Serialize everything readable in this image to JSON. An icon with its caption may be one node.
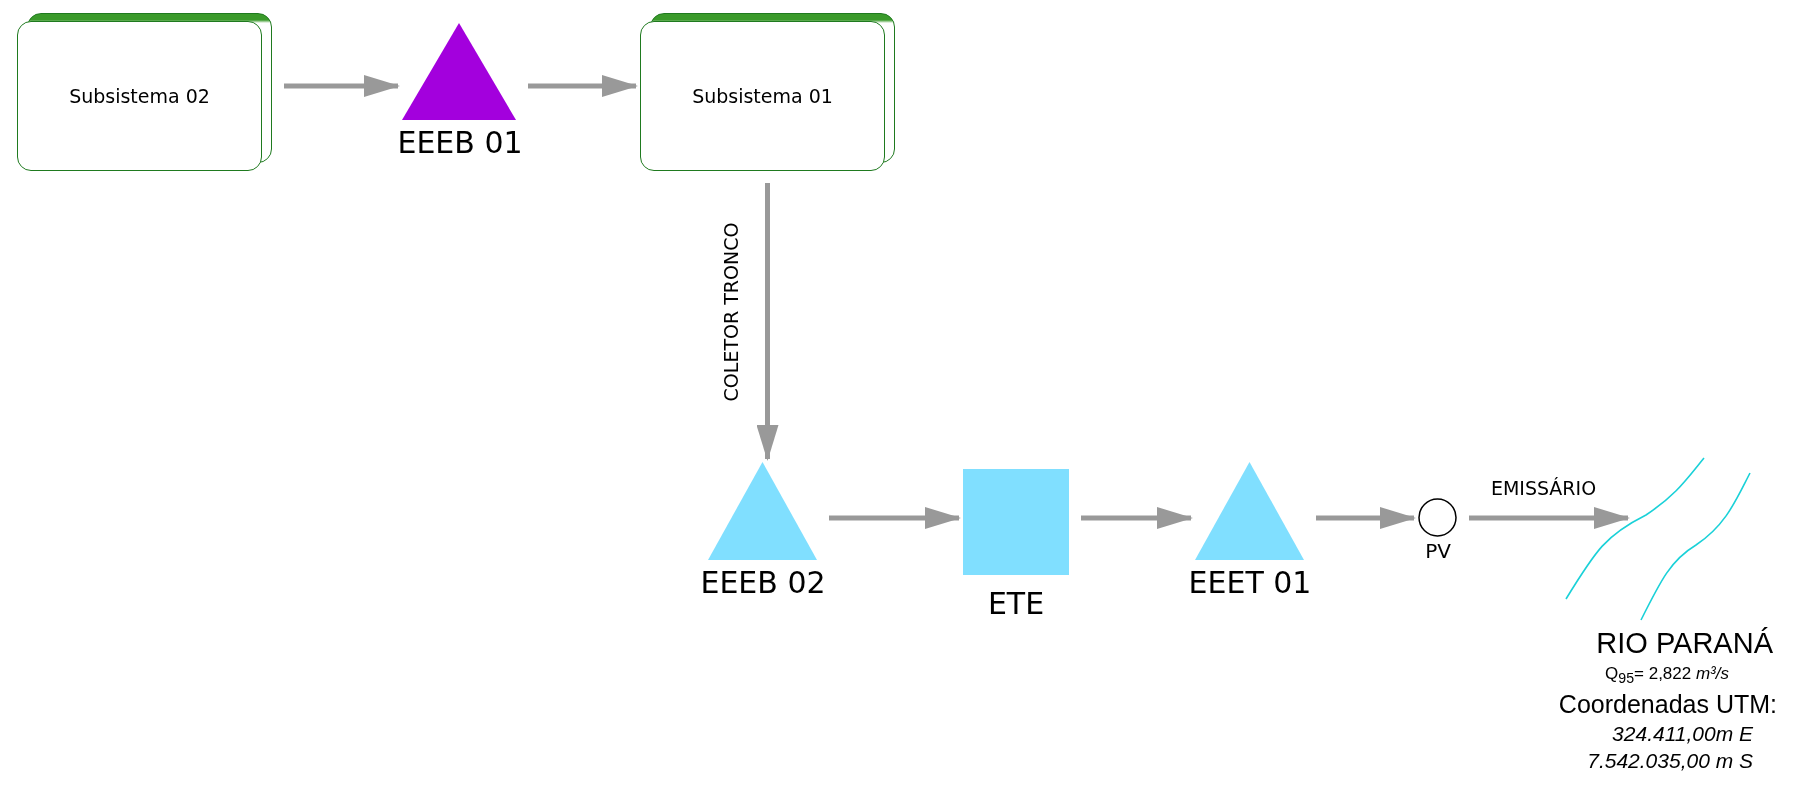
{
  "diagram": {
    "nodes": [
      {
        "text": [
          "Subsistema 02"
        ]
      },
      {
        "text": [
          "EEEB 01"
        ]
      },
      {
        "text": [
          "Subsistema 01"
        ]
      },
      {
        "text": [
          "EEEB 02"
        ]
      },
      {
        "text": [
          "ETE"
        ]
      },
      {
        "text": [
          "EEET 01"
        ]
      },
      {
        "text": [
          "PV"
        ]
      },
      {
        "text": [
          "RIO PARANÁ",
          "Q$_{95}$= 2,822 *m³/s*",
          "Coordenadas UTM:",
          "324.411,00m E",
          "7.542.035,00 m S"
        ]
      }
    ],
    "edges": [
      {
        "from": 0,
        "to": 1,
        "arrow": "to"
      },
      {
        "from": 1,
        "to": 2,
        "arrow": "to"
      },
      {
        "from": 2,
        "to": 3,
        "arrow": "to",
        "label": "COLETOR TRONCO"
      },
      {
        "from": 3,
        "to": 4,
        "arrow": "to"
      },
      {
        "from": 4,
        "to": 5,
        "arrow": "to"
      },
      {
        "from": 5,
        "to": 6,
        "arrow": "to"
      },
      {
        "from": 6,
        "to": 7,
        "arrow": "to",
        "label": "EMISSÁRIO"
      }
    ]
  }
}
